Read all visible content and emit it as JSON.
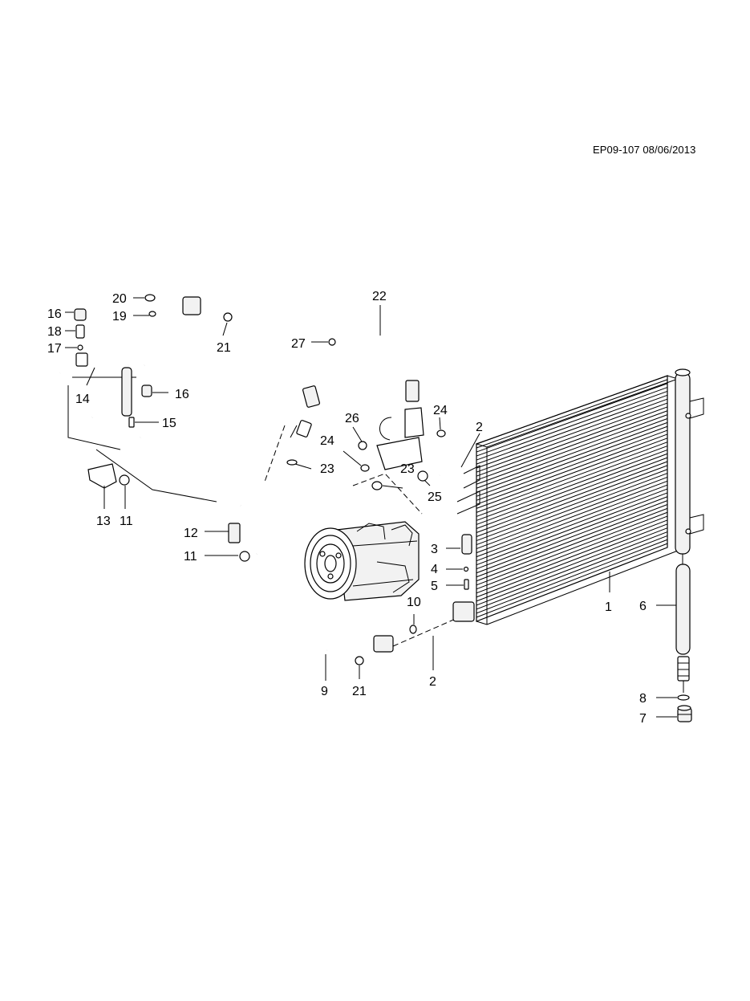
{
  "header": {
    "reference": "EP09-107 08/06/2013"
  },
  "callouts": [
    {
      "id": "c1",
      "label": "1"
    },
    {
      "id": "c2a",
      "label": "2"
    },
    {
      "id": "c2b",
      "label": "2"
    },
    {
      "id": "c3",
      "label": "3"
    },
    {
      "id": "c4",
      "label": "4"
    },
    {
      "id": "c5",
      "label": "5"
    },
    {
      "id": "c6",
      "label": "6"
    },
    {
      "id": "c7",
      "label": "7"
    },
    {
      "id": "c8",
      "label": "8"
    },
    {
      "id": "c9",
      "label": "9"
    },
    {
      "id": "c10",
      "label": "10"
    },
    {
      "id": "c11a",
      "label": "11"
    },
    {
      "id": "c11b",
      "label": "11"
    },
    {
      "id": "c12",
      "label": "12"
    },
    {
      "id": "c13",
      "label": "13"
    },
    {
      "id": "c14",
      "label": "14"
    },
    {
      "id": "c15",
      "label": "15"
    },
    {
      "id": "c16a",
      "label": "16"
    },
    {
      "id": "c16b",
      "label": "16"
    },
    {
      "id": "c17",
      "label": "17"
    },
    {
      "id": "c18",
      "label": "18"
    },
    {
      "id": "c19",
      "label": "19"
    },
    {
      "id": "c20",
      "label": "20"
    },
    {
      "id": "c21a",
      "label": "21"
    },
    {
      "id": "c21b",
      "label": "21"
    },
    {
      "id": "c22",
      "label": "22"
    },
    {
      "id": "c23a",
      "label": "23"
    },
    {
      "id": "c23b",
      "label": "23"
    },
    {
      "id": "c24a",
      "label": "24"
    },
    {
      "id": "c24b",
      "label": "24"
    },
    {
      "id": "c25",
      "label": "25"
    },
    {
      "id": "c26",
      "label": "26"
    },
    {
      "id": "c27",
      "label": "27"
    }
  ]
}
